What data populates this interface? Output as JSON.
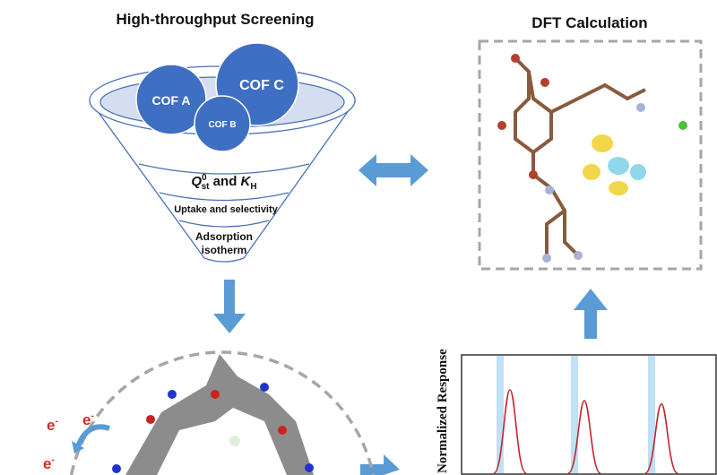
{
  "screening": {
    "title": "High-throughput Screening",
    "cof_a": "COF A",
    "cof_b": "COF B",
    "cof_c": "COF C",
    "layer1_q": "Q",
    "layer1_sup": "0",
    "layer1_sub": "st",
    "layer1_and": " and ",
    "layer1_k": "K",
    "layer1_ksub": "H",
    "layer2": "Uptake and selectivity",
    "layer3_line1": "Adsorption",
    "layer3_line2": "isotherm"
  },
  "dft": {
    "title": "DFT Calculation"
  },
  "electron": {
    "label": "e",
    "sup": "-"
  },
  "response": {
    "ylabel": "Normalized Response"
  },
  "chart_data": {
    "type": "line",
    "ylabel": "Normalized Response",
    "peaks": [
      1.0,
      0.87,
      0.83
    ],
    "colors": {
      "line": "#c0272d",
      "band": "#bfe0f5"
    }
  },
  "colors": {
    "accent": "#3f73c4",
    "arrow": "#5b9bd5",
    "dash": "#a6a6a6"
  }
}
